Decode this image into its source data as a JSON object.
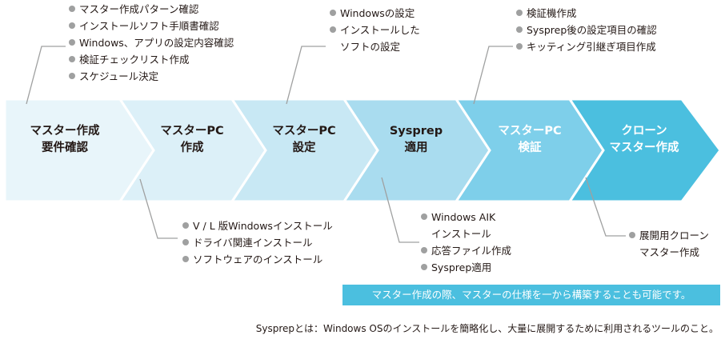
{
  "steps": [
    {
      "line1": "マスター作成",
      "line2": "要件確認"
    },
    {
      "line1": "マスターPC",
      "line2": "作成"
    },
    {
      "line1": "マスターPC",
      "line2": "設定"
    },
    {
      "line1": "Sysprep",
      "line2": "適用"
    },
    {
      "line1": "マスターPC",
      "line2": "検証"
    },
    {
      "line1": "クローン",
      "line2": "マスター作成"
    }
  ],
  "colors": {
    "step_fills": [
      "#e8f5fa",
      "#dcf0f8",
      "#c8e8f4",
      "#a9dcef",
      "#7ecfea",
      "#4bbfdf"
    ],
    "bullet": "#9fa0a0",
    "leader_line": "#9fa0a0",
    "banner": "#4bbfdf"
  },
  "notes": {
    "step1": [
      "マスター作成パターン確認",
      "インストールソフト手順書確認",
      "Windows、アプリの設定内容確認",
      "検証チェックリスト作成",
      "スケジュール決定"
    ],
    "step3": [
      [
        "Windowsの設定"
      ],
      [
        "インストールした",
        "ソフトの設定"
      ]
    ],
    "step5": [
      "検証機作成",
      "Sysprep後の設定項目の確認",
      "キッティング引継ぎ項目作成"
    ],
    "step2": [
      "V / L 版Windowsインストール",
      "ドライバ関連インストール",
      "ソフトウェアのインストール"
    ],
    "step4": [
      [
        "Windows AIK",
        "インストール"
      ],
      [
        "応答ファイル作成"
      ],
      [
        "Sysprep適用"
      ]
    ],
    "step6": [
      [
        "展開用クローン",
        "マスター作成"
      ]
    ]
  },
  "banner": "マスター作成の際、マスターの仕様を一から構築することも可能です。",
  "footnote": "Sysprepとは：Windows OSのインストールを簡略化し、大量に展開するために利用されるツールのこと。"
}
